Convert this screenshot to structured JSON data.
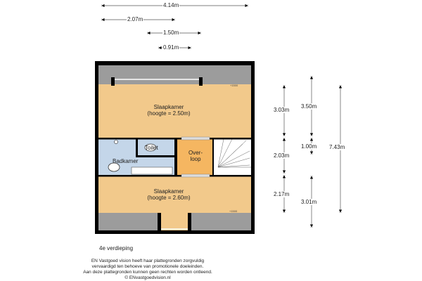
{
  "dimensions_top": [
    {
      "label": "4.14m"
    },
    {
      "label": "2.07m"
    },
    {
      "label": "1.50m"
    },
    {
      "label": "0.91m"
    }
  ],
  "dimensions_right": [
    {
      "label": "3.03m"
    },
    {
      "label": "2.03m"
    },
    {
      "label": "2.17m"
    },
    {
      "label": "3.50m"
    },
    {
      "label": "1.00m"
    },
    {
      "label": "3.01m"
    },
    {
      "label": "7.43m"
    }
  ],
  "rooms": {
    "bedroom_top": {
      "name": "Slaapkamer",
      "height": "(hoogte = 2.50m)",
      "marker": "+1500"
    },
    "toilet": {
      "name": "Toilet"
    },
    "bathroom": {
      "name": "Badkamer"
    },
    "landing": {
      "line1": "Over-",
      "line2": "loop"
    },
    "bedroom_bottom": {
      "name": "Slaapkamer",
      "height": "(hoogte = 2.60m)",
      "marker": "+1500"
    }
  },
  "floor_label": "4e verdieping",
  "disclaimer": [
    "EN Vastgoed vision heeft haar plattegronden zorgvuldig",
    "vervaardigd ten behoeve van promotionele doeleinden.",
    "Aan deze plattegronden kunnen geen rechten worden ontleend.",
    "© ENvastgoedvision.nl"
  ],
  "colors": {
    "bedroom": "#f2c98b",
    "landing": "#f5b661",
    "bathroom": "#c4d6e9",
    "roof": "#9c9c9c",
    "wall": "#000000"
  }
}
